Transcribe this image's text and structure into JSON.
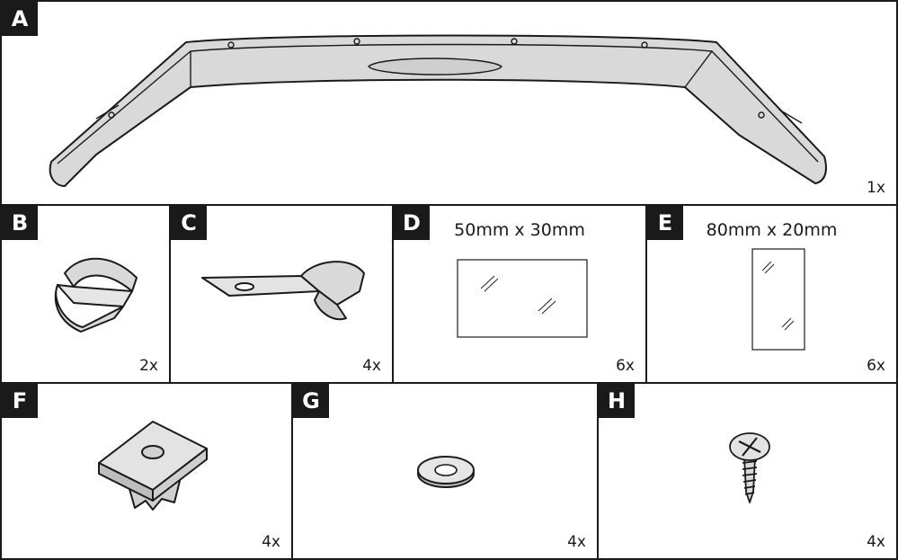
{
  "panels": [
    {
      "letter": "A",
      "qty": "1x",
      "part": "spoiler"
    },
    {
      "letter": "B",
      "qty": "2x",
      "part": "spring-clip"
    },
    {
      "letter": "C",
      "qty": "4x",
      "part": "tab-clip"
    },
    {
      "letter": "D",
      "qty": "6x",
      "part": "adhesive-pad",
      "dimension": "50mm x 30mm"
    },
    {
      "letter": "E",
      "qty": "6x",
      "part": "adhesive-pad",
      "dimension": "80mm x 20mm"
    },
    {
      "letter": "F",
      "qty": "4x",
      "part": "push-nut"
    },
    {
      "letter": "G",
      "qty": "4x",
      "part": "washer"
    },
    {
      "letter": "H",
      "qty": "4x",
      "part": "screw"
    }
  ]
}
